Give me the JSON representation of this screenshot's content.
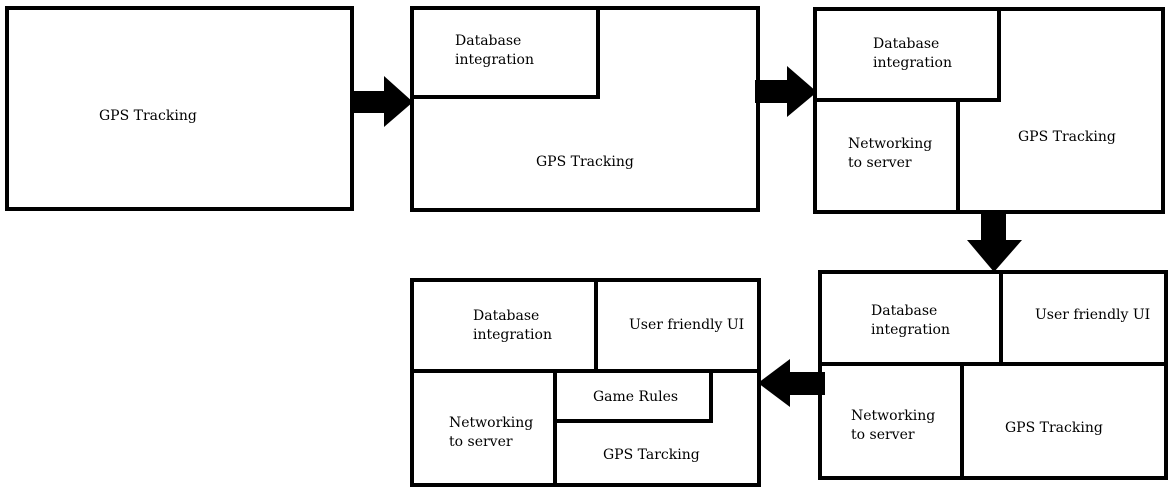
{
  "diagram": {
    "stage1": {
      "gps": "GPS Tracking"
    },
    "stage2": {
      "database": "Database\nintegration",
      "gps": "GPS Tracking"
    },
    "stage3": {
      "database": "Database\nintegration",
      "networking": "Networking\nto server",
      "gps": "GPS Tracking"
    },
    "stage4": {
      "database": "Database\nintegration",
      "ui": "User friendly UI",
      "networking": "Networking\nto server",
      "gps": "GPS Tracking"
    },
    "stage5": {
      "database": "Database\nintegration",
      "ui": "User friendly UI",
      "game_rules": "Game Rules",
      "networking": "Networking\nto server",
      "gps": "GPS Tarcking"
    }
  }
}
